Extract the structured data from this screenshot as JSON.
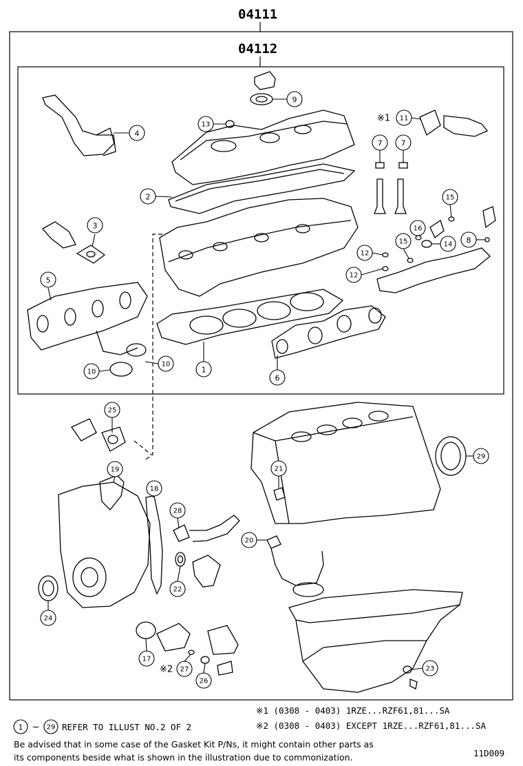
{
  "header": {
    "kit_code": "04111",
    "sub_kit_code": "04112"
  },
  "callouts": {
    "c1": "1",
    "c2": "2",
    "c3": "3",
    "c4": "4",
    "c5": "5",
    "c6": "6",
    "c7a": "7",
    "c7b": "7",
    "c8": "8",
    "c9": "9",
    "c10a": "10",
    "c10b": "10",
    "c11": "11",
    "c12a": "12",
    "c12b": "12",
    "c13": "13",
    "c14": "14",
    "c15a": "15",
    "c15b": "15",
    "c16": "16",
    "c17": "17",
    "c18": "18",
    "c19": "19",
    "c20": "20",
    "c21": "21",
    "c22": "22",
    "c23": "23",
    "c24": "24",
    "c25": "25",
    "c26": "26",
    "c27": "27",
    "c28": "28",
    "c29": "29"
  },
  "markers": {
    "note1_mark": "※1",
    "note2_mark": "※2"
  },
  "notes": {
    "note1": "※1 (0308 - 0403) 1RZE...RZF61,81...SA",
    "note2": "※2 (0308 - 0403) EXCEPT 1RZE...RZF61,81...SA"
  },
  "footer": {
    "ref_start": "1",
    "ref_tilde": "~",
    "ref_end": "29",
    "ref_text": "REFER TO ILLUST NO.2 OF 2",
    "advice_line1": "Be advised that in some case of the Gasket Kit P/Ns,  it might contain other parts as",
    "advice_line2": "its components beside what is shown in the illustration due to commonization.",
    "figure_id": "11D009"
  }
}
